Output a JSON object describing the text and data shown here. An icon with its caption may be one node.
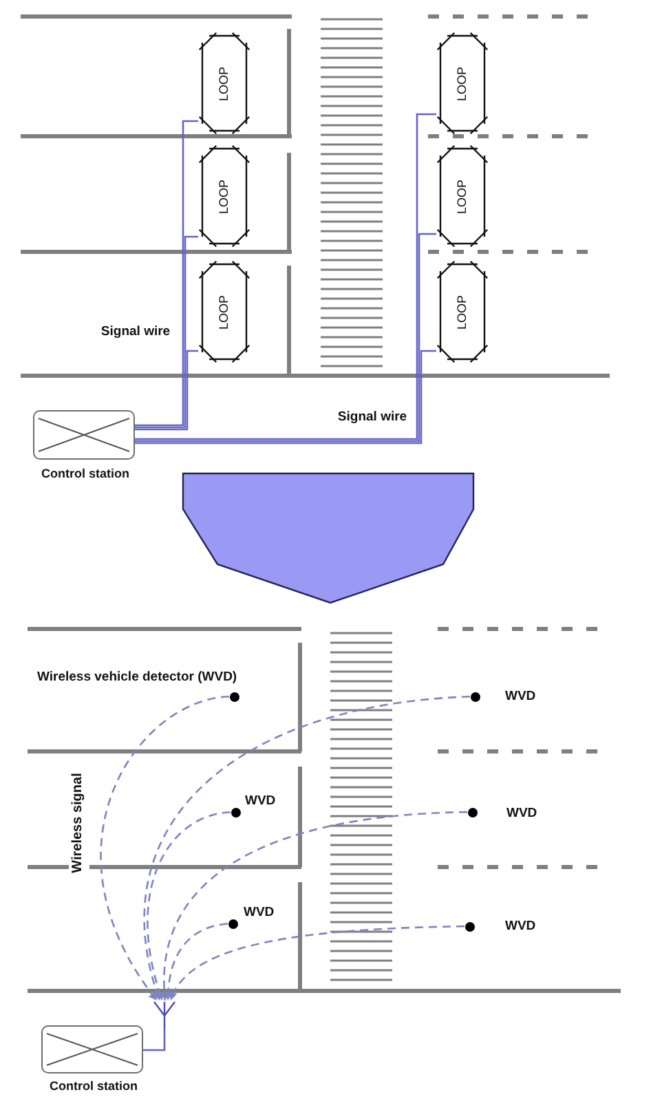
{
  "diagram": {
    "nodes": [
      {
        "text": [
          "LOOP"
        ]
      },
      {
        "text": [
          "LOOP"
        ]
      },
      {
        "text": [
          "LOOP"
        ]
      },
      {
        "text": [
          "LOOP"
        ]
      },
      {
        "text": [
          "LOOP"
        ]
      },
      {
        "text": [
          "LOOP"
        ]
      },
      {
        "text": [],
        "shape": "box",
        "beside": [
          "Control station"
        ]
      },
      {
        "text": [],
        "shape": "circle",
        "beside": [
          "Wireless vehicle detector (WVD)"
        ]
      },
      {
        "text": [],
        "shape": "circle",
        "beside": [
          "WVD"
        ]
      },
      {
        "text": [],
        "shape": "circle",
        "beside": [
          "WVD"
        ]
      },
      {
        "text": [],
        "shape": "circle",
        "beside": [
          "WVD"
        ]
      },
      {
        "text": [],
        "shape": "circle",
        "beside": [
          "WVD"
        ]
      },
      {
        "text": [],
        "shape": "circle",
        "beside": [
          "WVD"
        ]
      },
      {
        "text": [],
        "shape": "antenna"
      },
      {
        "text": [],
        "shape": "box",
        "beside": [
          "Control station"
        ]
      }
    ],
    "edges": [
      {
        "from": 0,
        "to": 6,
        "arrow": "none"
      },
      {
        "from": 2,
        "to": 6,
        "arrow": "none"
      },
      {
        "from": 4,
        "to": 6,
        "arrow": "none"
      },
      {
        "from": 1,
        "to": 6,
        "arrow": "none"
      },
      {
        "from": 3,
        "to": 6,
        "arrow": "none"
      },
      {
        "from": 5,
        "to": 6,
        "arrow": "none"
      },
      {
        "from": 7,
        "to": 13,
        "arrow": "to",
        "style": "dashed"
      },
      {
        "from": 8,
        "to": 13,
        "arrow": "to",
        "style": "dashed"
      },
      {
        "from": 9,
        "to": 13,
        "arrow": "to",
        "style": "dashed"
      },
      {
        "from": 10,
        "to": 13,
        "arrow": "to",
        "style": "dashed"
      },
      {
        "from": 11,
        "to": 13,
        "arrow": "to",
        "style": "dashed"
      },
      {
        "from": 12,
        "to": 13,
        "arrow": "to",
        "style": "dashed"
      },
      {
        "from": 13,
        "to": 14,
        "arrow": "none"
      }
    ],
    "labels": [
      "Signal wire",
      "Signal wire",
      "Wireless signal"
    ]
  }
}
